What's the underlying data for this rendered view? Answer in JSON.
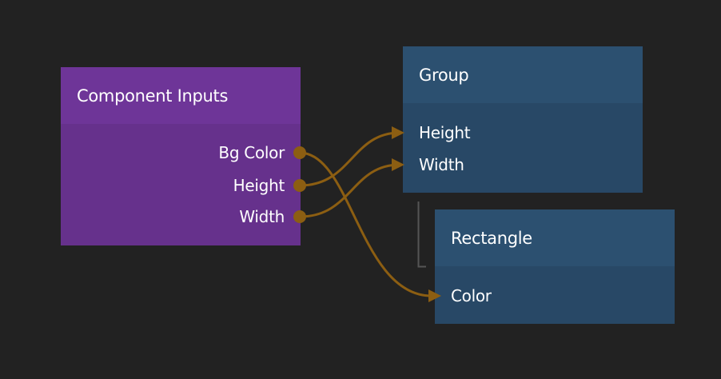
{
  "colors": {
    "background": "#222222",
    "component_inputs": "#66318c",
    "visual_node": "#284866",
    "wire": "#8c5e12"
  },
  "nodes": {
    "component_inputs": {
      "title": "Component Inputs",
      "outputs": [
        "Bg Color",
        "Height",
        "Width"
      ]
    },
    "group": {
      "title": "Group",
      "inputs": [
        "Height",
        "Width"
      ]
    },
    "rectangle": {
      "title": "Rectangle",
      "inputs": [
        "Color"
      ]
    }
  },
  "connections": [
    {
      "from": "Component Inputs.Bg Color",
      "to": "Rectangle.Color"
    },
    {
      "from": "Component Inputs.Height",
      "to": "Group.Height"
    },
    {
      "from": "Component Inputs.Width",
      "to": "Group.Width"
    }
  ]
}
